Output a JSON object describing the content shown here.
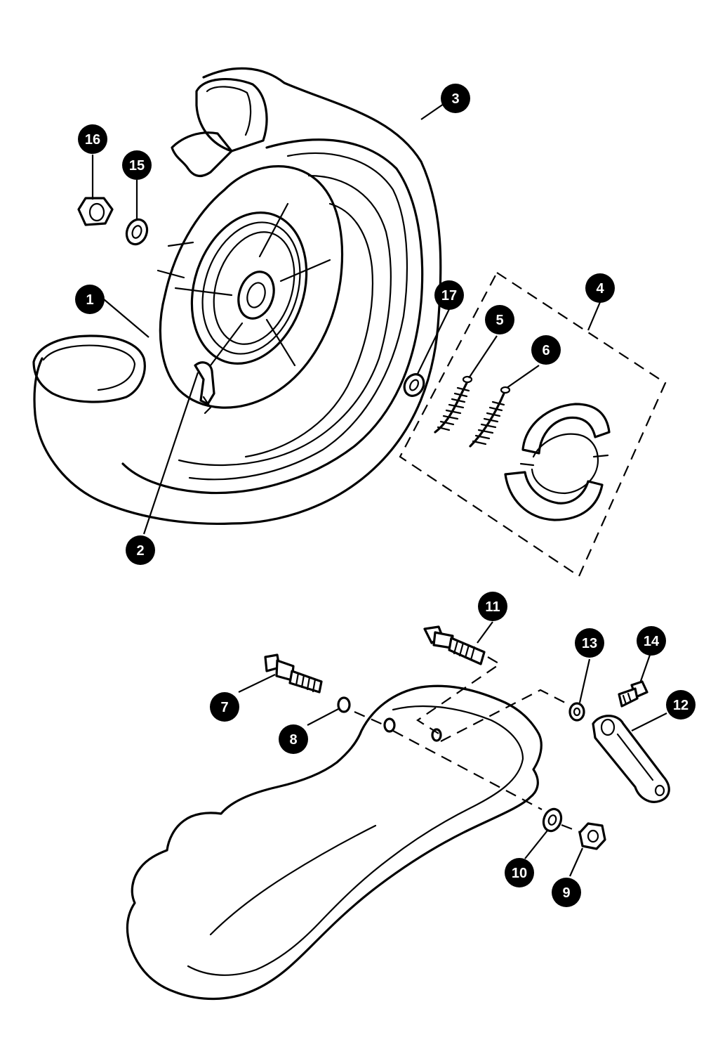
{
  "callouts": [
    {
      "id": "1",
      "label": "1"
    },
    {
      "id": "2",
      "label": "2"
    },
    {
      "id": "3",
      "label": "3"
    },
    {
      "id": "4",
      "label": "4"
    },
    {
      "id": "5",
      "label": "5"
    },
    {
      "id": "6",
      "label": "6"
    },
    {
      "id": "7",
      "label": "7"
    },
    {
      "id": "8",
      "label": "8"
    },
    {
      "id": "9",
      "label": "9"
    },
    {
      "id": "10",
      "label": "10"
    },
    {
      "id": "11",
      "label": "11"
    },
    {
      "id": "12",
      "label": "12"
    },
    {
      "id": "13",
      "label": "13"
    },
    {
      "id": "14",
      "label": "14"
    },
    {
      "id": "15",
      "label": "15"
    },
    {
      "id": "16",
      "label": "16"
    },
    {
      "id": "17",
      "label": "17"
    }
  ],
  "colors": {
    "ink": "#000000",
    "paper": "#ffffff"
  }
}
